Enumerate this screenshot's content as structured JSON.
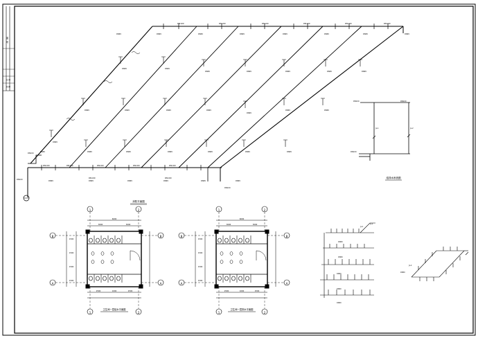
{
  "title_block": {
    "label_1": "图",
    "label_2": "号",
    "label_3": "比 例",
    "label_4": "日 期"
  },
  "main_plan": {
    "caption": "消防平面图",
    "top_labels": [
      "DN100",
      "DN100",
      "DN100",
      "DN100",
      "DN100",
      "DN100"
    ],
    "bottom_labels": [
      "DN100",
      "DN100",
      "DN100",
      "DN100",
      "DN100",
      "DN100",
      "DN100"
    ],
    "branch_tags": [
      "DN65",
      "DN65",
      "DN65",
      "DN65",
      "DN65",
      "DN65",
      "DN65",
      "DN65",
      "DN65",
      "DN65",
      "DN65",
      "DN65",
      "DN65",
      "DN65",
      "DN65",
      "DN65",
      "DN65",
      "DN65",
      "DN65",
      "DN65",
      "DN65",
      "DN65",
      "DN65",
      "DN65",
      "DN65",
      "DN65",
      "DN65",
      "DN65",
      "DN65",
      "DN65",
      "DN65",
      "DN65",
      "DN65",
      "DN65",
      "DN65",
      "DN65"
    ],
    "left_corner_tags": [
      "DN100",
      "DN100",
      "DN100"
    ]
  },
  "riser_diagram": {
    "caption": "给排水系统图",
    "labels": [
      "DN100",
      "DN100",
      "JL-1",
      "JL-2",
      "DN100"
    ]
  },
  "toilet_plan_left": {
    "caption": "卫生间一层给水平面图",
    "dims_top": [
      "6000",
      "3000",
      "3000"
    ],
    "dims_side": [
      "1500",
      "1500",
      "1500",
      "1500"
    ],
    "dims_bottom": [
      "2500",
      "1000",
      "2500"
    ],
    "axes": [
      "A",
      "B",
      "1",
      "2"
    ]
  },
  "toilet_plan_right": {
    "caption": "卫生间一层排水平面图",
    "dims_top": [
      "6000",
      "3000",
      "3000"
    ],
    "dims_side": [
      "1500",
      "1500",
      "1500",
      "1500"
    ],
    "dims_bottom": [
      "2500",
      "1000",
      "2500"
    ],
    "axes": [
      "A",
      "B",
      "1",
      "2"
    ]
  },
  "detail_labels": [
    "JL-1",
    "JL-2",
    "DN50",
    "DN50",
    "DN50",
    "DN50",
    "DN50"
  ],
  "iso_detail_labels": [
    "JL-2",
    "DN50"
  ]
}
